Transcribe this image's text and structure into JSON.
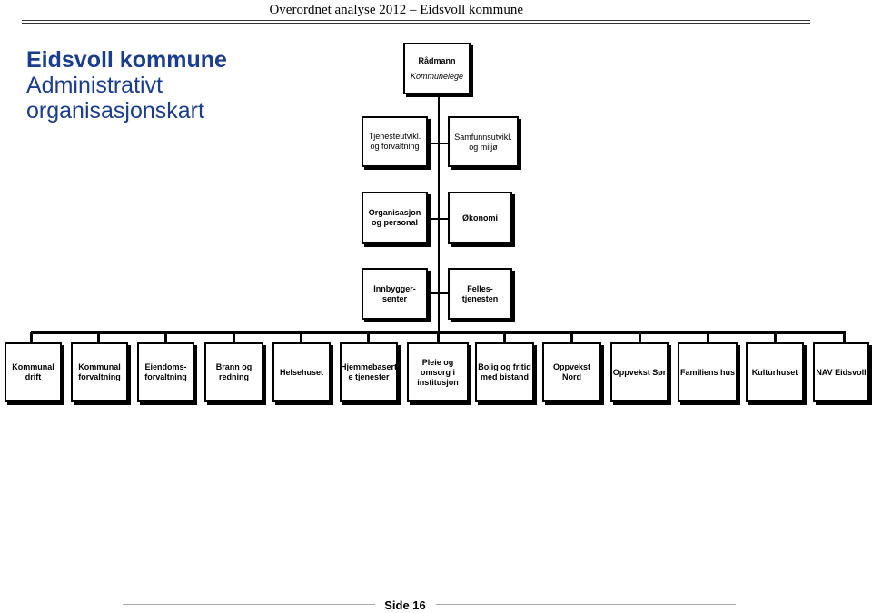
{
  "header": {
    "running_title": "Overordnet analyse 2012 – Eidsvoll kommune"
  },
  "title": {
    "line1": "Eidsvoll kommune",
    "line2": "Administrativt",
    "line3": "organisasjonskart"
  },
  "chart": {
    "top": {
      "name": "Rådmann",
      "sub": "Kommunelege"
    },
    "staff_row1": [
      "Tjenesteutvikl.\nog forvaltning",
      "Samfunnsutvikl.\nog miljø"
    ],
    "staff_row2": [
      "Organisasjon\nog personal",
      "Økonomi"
    ],
    "staff_row3": [
      "Innbygger-\nsenter",
      "Felles-\ntjenesten"
    ],
    "units": [
      "Kommunal\ndrift",
      "Kommunal\nforvaltning",
      "Eiendoms-\nforvaltning",
      "Brann og\nredning",
      "Helsehuset",
      "Hjemmebasert\ne tjenester",
      "Pleie og\nomsorg i\ninstitusjon",
      "Bolig og fritid\nmed bistand",
      "Oppvekst Nord",
      "Oppvekst Sør",
      "Familiens hus",
      "Kulturhuset",
      "NAV Eidsvoll"
    ]
  },
  "footer": {
    "page_label": "Side 16"
  }
}
